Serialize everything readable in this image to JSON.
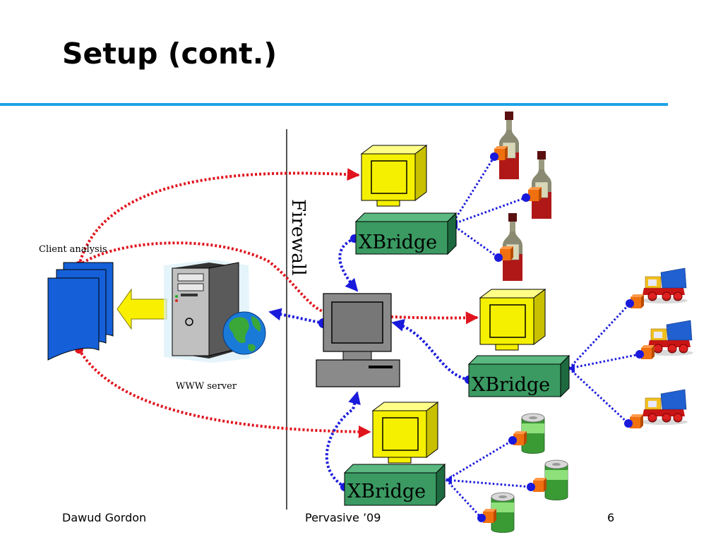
{
  "slide": {
    "title": "Setup (cont.)",
    "rule_color": "#1aa3e8"
  },
  "diagram": {
    "client_label": "Client analysis",
    "server_label": "WWW server",
    "firewall_label": "Firewall",
    "bridge_label": "XBridge",
    "colors": {
      "red_link": "#e0141e",
      "blue_link": "#1a1adc",
      "monitor": "#f5f000",
      "bridge": "#3a9a62",
      "document": "#1560d8",
      "arrow_yellow": "#f8f000"
    },
    "icons": [
      "document-stack-icon",
      "server-tower-icon",
      "globe-icon",
      "monitor-icon",
      "pc-icon",
      "wine-bottle-icon",
      "toy-truck-icon",
      "can-icon",
      "sensor-node-icon"
    ]
  },
  "footer": {
    "author": "Dawud Gordon",
    "venue": "Pervasive ’09",
    "page": "6"
  }
}
